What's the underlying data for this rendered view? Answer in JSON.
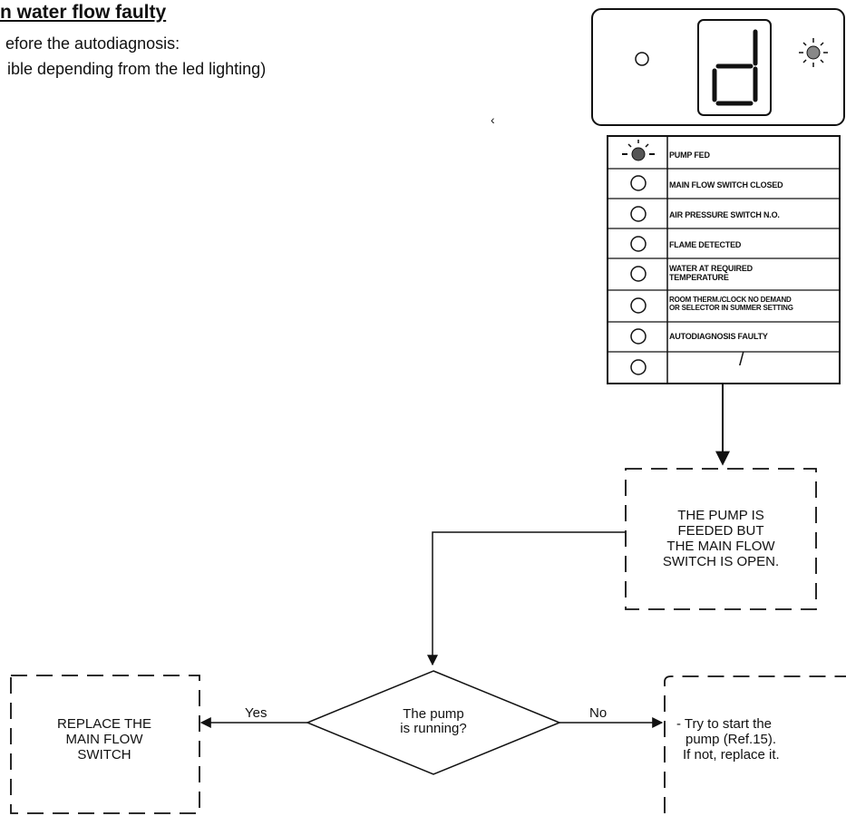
{
  "header": {
    "title": "n water flow faulty",
    "line1": "efore the autodiagnosis:",
    "line2": "ible depending from the led lighting)"
  },
  "stray_mark": "‹",
  "display": {
    "digit": "d"
  },
  "led_panel": {
    "rows": [
      {
        "label": "PUMP FED",
        "state": "blinking"
      },
      {
        "label": "MAIN FLOW SWITCH CLOSED",
        "state": "off"
      },
      {
        "label": "AIR PRESSURE SWITCH N.O.",
        "state": "off"
      },
      {
        "label": "FLAME DETECTED",
        "state": "off"
      },
      {
        "label_line1": "WATER AT REQUIRED",
        "label_line2": "TEMPERATURE",
        "state": "off"
      },
      {
        "label_line1": "ROOM THERM./CLOCK NO DEMAND",
        "label_line2": "OR SELECTOR IN SUMMER SETTING",
        "state": "off"
      },
      {
        "label": "AUTODIAGNOSIS FAULTY",
        "state": "off"
      },
      {
        "label": "/",
        "state": "off"
      }
    ]
  },
  "flow": {
    "status_box": [
      "THE PUMP IS",
      "FEEDED BUT",
      "THE MAIN FLOW",
      "SWITCH IS OPEN."
    ],
    "decision": [
      "The pump",
      "is running?"
    ],
    "yes_label": "Yes",
    "no_label": "No",
    "yes_box": [
      "REPLACE THE",
      "MAIN FLOW",
      "SWITCH"
    ],
    "no_box": [
      "- Try to start the",
      "pump (Ref.15).",
      "If not, replace it."
    ]
  }
}
